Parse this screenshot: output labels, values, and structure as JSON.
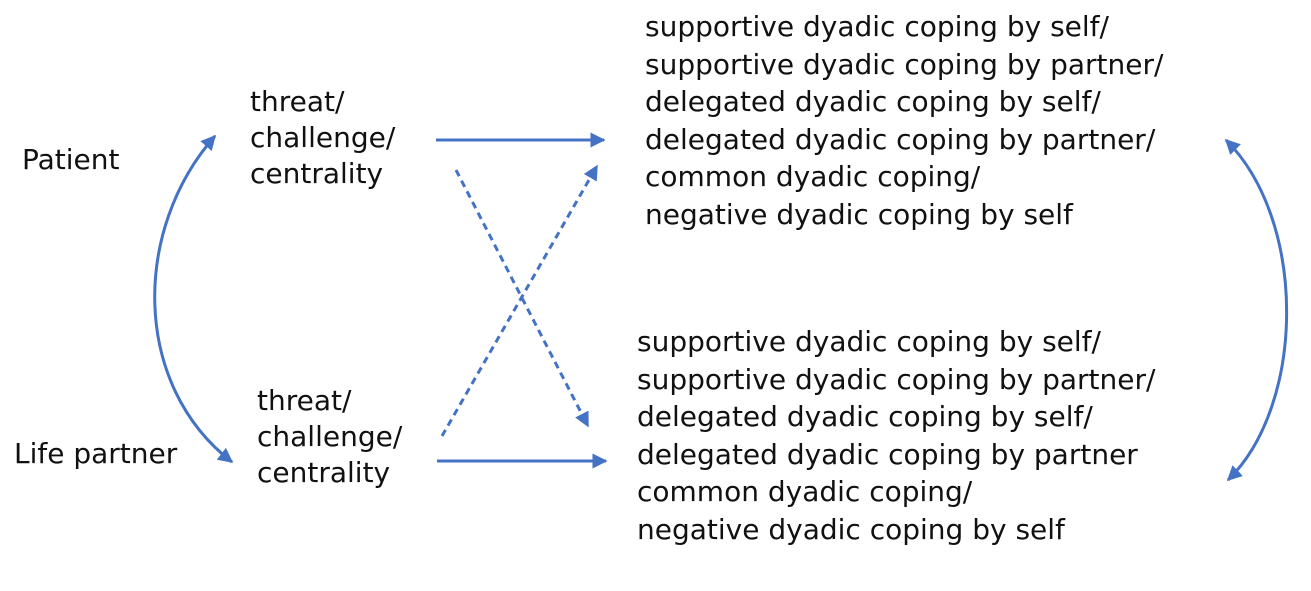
{
  "actors": {
    "patient": "Patient",
    "partner": "Life partner"
  },
  "appraisal_patient": [
    "threat/",
    "challenge/",
    "centrality"
  ],
  "appraisal_partner": [
    "threat/",
    "challenge/",
    "centrality"
  ],
  "coping_patient": [
    "supportive dyadic coping by self/",
    "supportive dyadic coping by partner/",
    "delegated dyadic coping by self/",
    "delegated dyadic coping by partner/",
    "common dyadic coping/",
    "negative dyadic coping by self"
  ],
  "coping_partner": [
    "supportive dyadic coping by self/",
    "supportive dyadic coping by partner/",
    "delegated dyadic coping by self/",
    "delegated dyadic coping by partner",
    "common dyadic coping/",
    "negative dyadic coping by self"
  ],
  "colors": {
    "arrow": "#4472C4",
    "text": "#111111"
  }
}
